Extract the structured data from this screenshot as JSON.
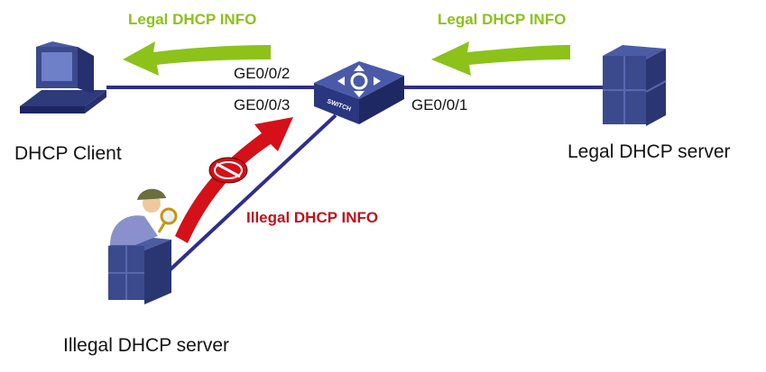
{
  "colors": {
    "link": "#2e2e8c",
    "legal_flow": "#8cc21a",
    "illegal_flow": "#d41018",
    "device_body": "#3a4a8c",
    "device_face": "#5b6cb4"
  },
  "nodes": {
    "client": {
      "label": "DHCP Client",
      "icon": "computer-icon"
    },
    "switch": {
      "label": "SWITCH",
      "icon": "switch-icon"
    },
    "legal_server": {
      "label": "Legal DHCP server",
      "icon": "server-icon"
    },
    "illegal_server": {
      "label": "Illegal DHCP server",
      "icon": "spy-server-icon"
    }
  },
  "ports": {
    "p2": "GE0/0/2",
    "p3": "GE0/0/3",
    "p1": "GE0/0/1"
  },
  "flows": {
    "legal_left": {
      "label": "Legal DHCP INFO",
      "direction": "right-to-left"
    },
    "legal_right": {
      "label": "Legal DHCP INFO",
      "direction": "right-to-left"
    },
    "illegal": {
      "label": "Illegal  DHCP INFO",
      "blocked": true,
      "icon": "forbidden-icon"
    }
  }
}
